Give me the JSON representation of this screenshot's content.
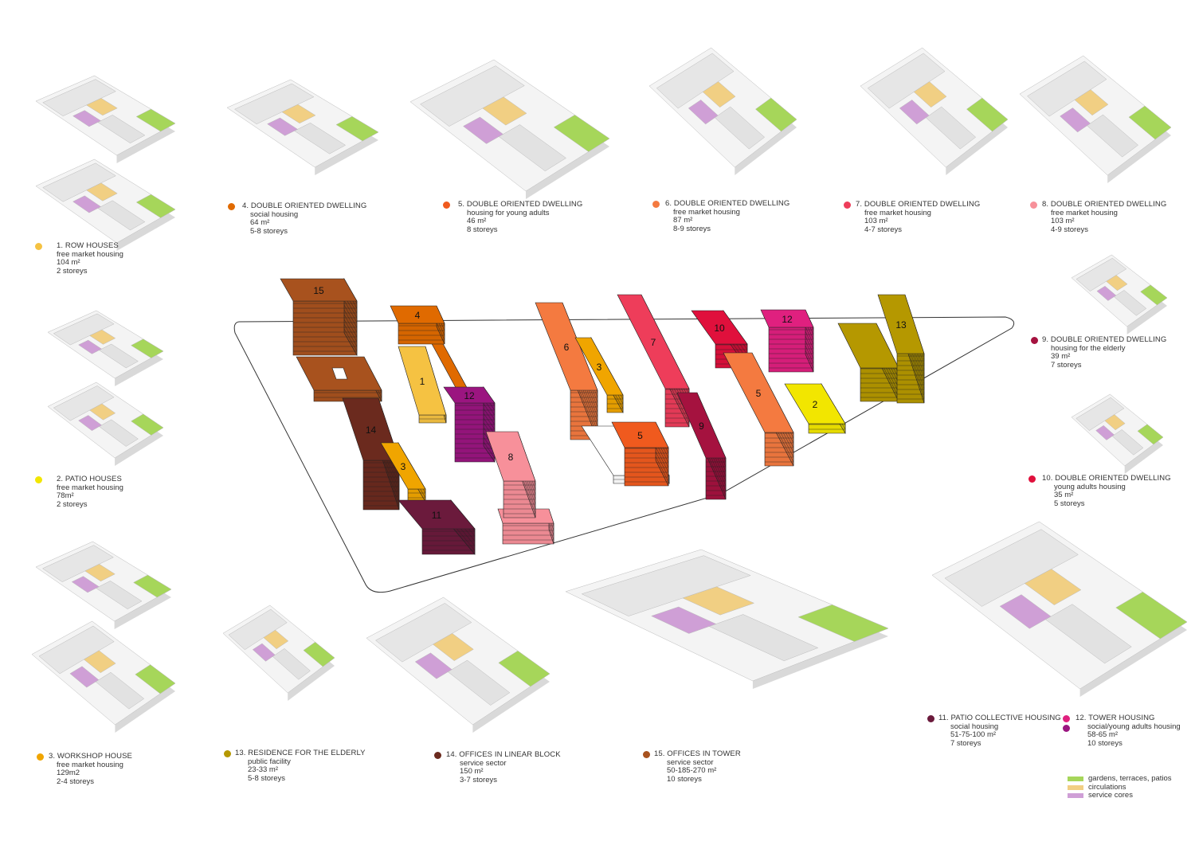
{
  "colors": {
    "garden": "#a6d65a",
    "circulation": "#f1cf83",
    "service": "#cf9fd6"
  },
  "typologies": [
    {
      "id": "t1",
      "title": "1. ROW HOUSES",
      "lines": [
        "free market housing",
        "104 m²",
        "2 storeys"
      ],
      "dot": "#f5c242"
    },
    {
      "id": "t2",
      "title": "2. PATIO HOUSES",
      "lines": [
        "free market housing",
        "78m²",
        "2 storeys"
      ],
      "dot": "#f2e600"
    },
    {
      "id": "t3",
      "title": "3. WORKSHOP HOUSE",
      "lines": [
        "free market housing",
        "129m2",
        "2-4 storeys"
      ],
      "dot": "#f0a500"
    },
    {
      "id": "t4",
      "title": "4. DOUBLE ORIENTED DWELLING",
      "lines": [
        "social housing",
        "64 m²",
        "5-8 storeys"
      ],
      "dot": "#e06a00"
    },
    {
      "id": "t5",
      "title": "5. DOUBLE ORIENTED DWELLING",
      "lines": [
        "housing for young adults",
        "46 m²",
        "8 storeys"
      ],
      "dot": "#f05a1e"
    },
    {
      "id": "t6",
      "title": "6. DOUBLE ORIENTED DWELLING",
      "lines": [
        "free market housing",
        "87 m²",
        "8-9 storeys"
      ],
      "dot": "#f47a40"
    },
    {
      "id": "t7",
      "title": "7. DOUBLE ORIENTED DWELLING",
      "lines": [
        "free market housing",
        "103 m²",
        "4-7 storeys"
      ],
      "dot": "#ee3d5a"
    },
    {
      "id": "t8",
      "title": "8. DOUBLE ORIENTED DWELLING",
      "lines": [
        "free market housing",
        "103 m²",
        "4-9 storeys"
      ],
      "dot": "#f7909a"
    },
    {
      "id": "t9",
      "title": "9. DOUBLE ORIENTED DWELLING",
      "lines": [
        "housing for the elderly",
        "39 m²",
        "7 storeys"
      ],
      "dot": "#a5123f"
    },
    {
      "id": "t10",
      "title": "10. DOUBLE ORIENTED DWELLING",
      "lines": [
        "young adults housing",
        "35 m²",
        "5 storeys"
      ],
      "dot": "#e0103c"
    },
    {
      "id": "t11",
      "title": "11. PATIO COLLECTIVE HOUSING",
      "lines": [
        "social housing",
        "51-75-100 m²",
        "7 storeys"
      ],
      "dot": "#6b1a3c"
    },
    {
      "id": "t12",
      "title": "12. TOWER HOUSING",
      "lines": [
        "social/young adults housing",
        "58-65 m²",
        "10 storeys"
      ],
      "dot": "#e0207f",
      "dot2": "#9b1580"
    },
    {
      "id": "t13",
      "title": "13. RESIDENCE FOR THE ELDERLY",
      "lines": [
        "public facility",
        "23-33 m²",
        "5-8 storeys"
      ],
      "dot": "#b59800"
    },
    {
      "id": "t14",
      "title": "14. OFFICES IN LINEAR BLOCK",
      "lines": [
        "service sector",
        "150 m²",
        "3-7 storeys"
      ],
      "dot": "#6b2a1e"
    },
    {
      "id": "t15",
      "title": "15. OFFICES IN TOWER",
      "lines": [
        "service sector",
        "50-185-270 m²",
        "10 storeys"
      ],
      "dot": "#a8521e"
    }
  ],
  "key": [
    {
      "label": "gardens, terraces, patios",
      "color": "#a6d65a"
    },
    {
      "label": "circulations",
      "color": "#f1cf83"
    },
    {
      "label": "service cores",
      "color": "#cf9fd6"
    }
  ],
  "site": {
    "blocks": [
      {
        "label": "15",
        "color": "#a8521e"
      },
      {
        "label": "",
        "color": "#a8521e"
      },
      {
        "label": "",
        "color": "#e06a00"
      },
      {
        "label": "4",
        "color": "#e06a00"
      },
      {
        "label": "1",
        "color": "#f5c242"
      },
      {
        "label": "14",
        "color": "#6b2a1e"
      },
      {
        "label": "3",
        "color": "#f0a500"
      },
      {
        "label": "12",
        "color": "#9b1580"
      },
      {
        "label": "11",
        "color": "#6b1a3c"
      },
      {
        "label": "",
        "color": "#f7909a"
      },
      {
        "label": "8",
        "color": "#f7909a"
      },
      {
        "label": "6",
        "color": "#f47a40"
      },
      {
        "label": "3",
        "color": "#f0a500"
      },
      {
        "label": "",
        "color": "#ffffff"
      },
      {
        "label": "5",
        "color": "#f05a1e"
      },
      {
        "label": "7",
        "color": "#ee3d5a"
      },
      {
        "label": "9",
        "color": "#a5123f"
      },
      {
        "label": "10",
        "color": "#e0103c"
      },
      {
        "label": "5",
        "color": "#f47a40"
      },
      {
        "label": "12",
        "color": "#e0207f"
      },
      {
        "label": "2",
        "color": "#f2e600"
      },
      {
        "label": "",
        "color": "#b59800"
      },
      {
        "label": "13",
        "color": "#b59800"
      }
    ]
  }
}
